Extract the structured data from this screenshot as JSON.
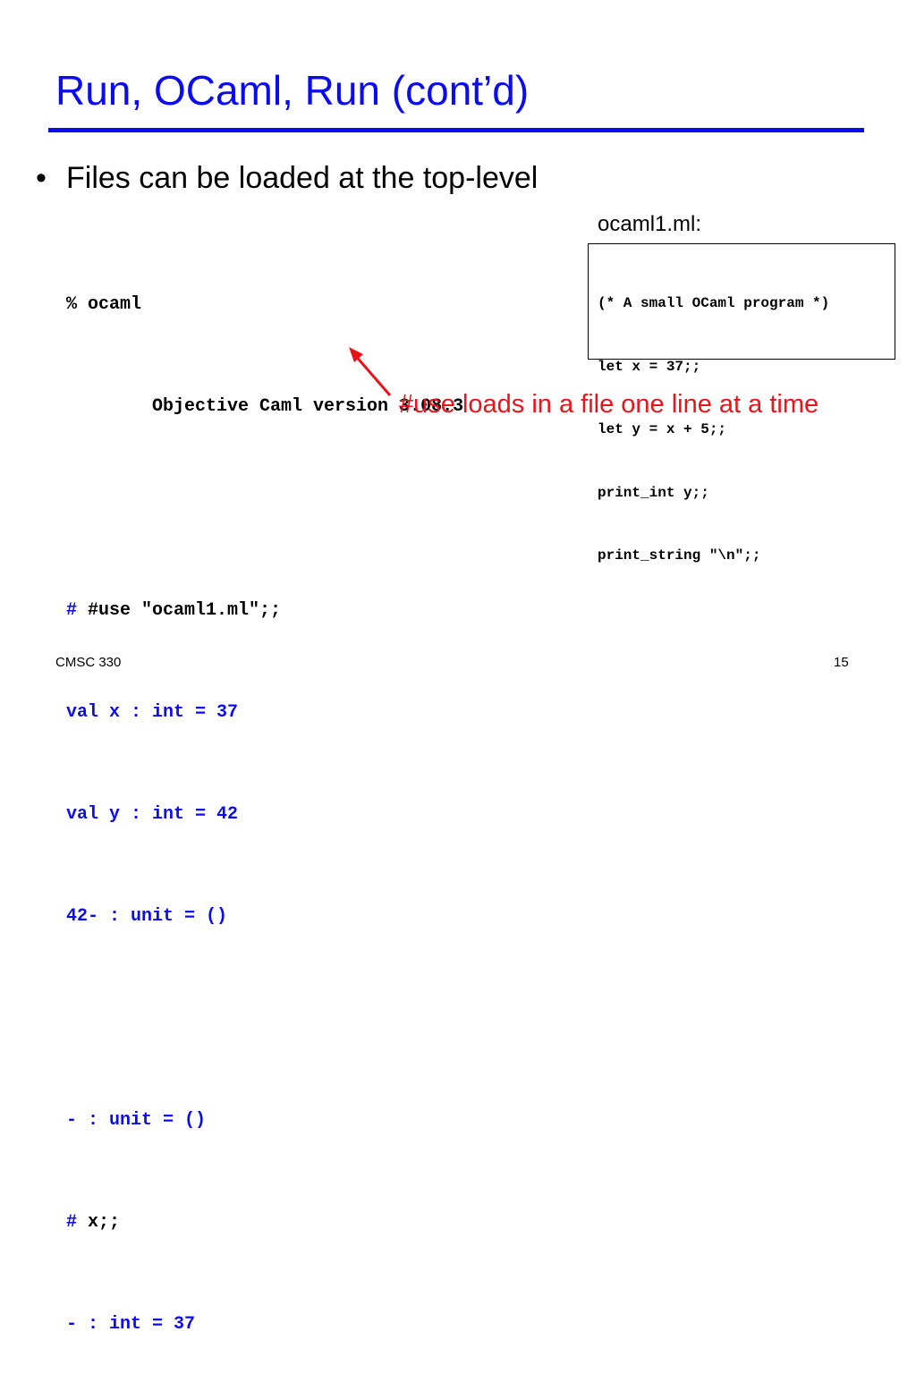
{
  "slide": {
    "title": "Run, OCaml, Run (cont’d)",
    "bullet_marker": "•",
    "bullet_text": "Files can be loaded at the top-level"
  },
  "terminal": {
    "prompt_cmd": "% ocaml",
    "version": "        Objective Caml version 3.08.3",
    "use_cmd": "# #use \"ocaml1.ml\";;",
    "out1": "val x : int = 37",
    "out2": "val y : int = 42",
    "out3": "42- : unit = ()",
    "out4": "- : unit = ()",
    "eval_cmd": "# x;;",
    "out5": "- : int = 37"
  },
  "file": {
    "name": "ocaml1.ml:",
    "lines": [
      "(* A small OCaml program *)",
      "let x = 37;;",
      "let y = x + 5;;",
      "print_int y;;",
      "print_string \"\\n\";;"
    ]
  },
  "annotation": {
    "text": "#use loads in a file one line at a time",
    "color": "#e8141a"
  },
  "footer": {
    "course": "CMSC 330",
    "page": "15"
  },
  "colors": {
    "title": "#0b0bf0",
    "rule": "#0b0bf0",
    "output": "#0b0bf0"
  }
}
